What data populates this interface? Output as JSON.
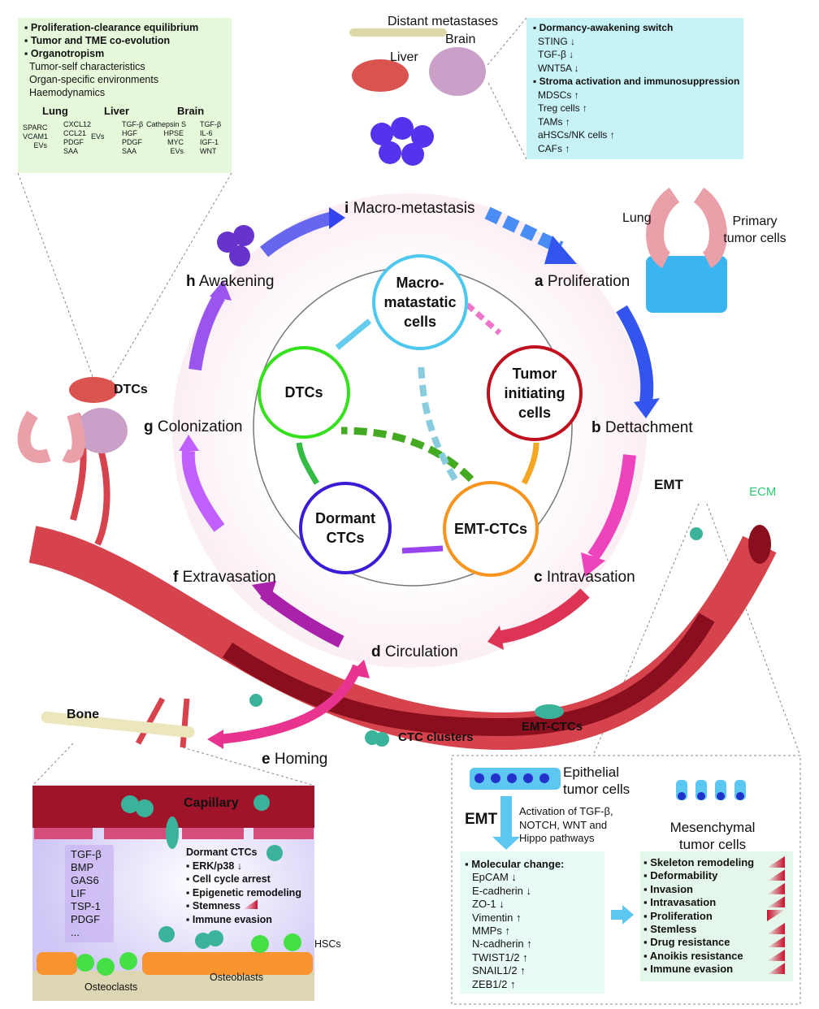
{
  "top_left_box": {
    "bullets": [
      "Proliferation-clearance equilibrium",
      "Tumor and TME co-evolution",
      "Organotropism"
    ],
    "sub": [
      "Tumor-self characteristics",
      "Organ-specific environments",
      "Haemodynamics"
    ],
    "organs": [
      {
        "name": "Lung",
        "left": [
          "SPARC",
          "VCAM1",
          "EVs"
        ],
        "right": [
          "CXCL12",
          "CCL21",
          "PDGF",
          "SAA"
        ]
      },
      {
        "name": "Liver",
        "left": [
          "EVs"
        ],
        "right": [
          "TGF-β",
          "HGF",
          "PDGF",
          "SAA"
        ]
      },
      {
        "name": "Brain",
        "left": [
          "Cathepsin S",
          "HPSE",
          "MYC",
          "EVs"
        ],
        "right": [
          "TGF-β",
          "IL-6",
          "IGF-1",
          "WNT"
        ]
      }
    ]
  },
  "top_right_box": {
    "h1": "Dormancy-awakening switch",
    "l1": [
      "STING ↓",
      "TGF-β ↓",
      "WNT5A ↓"
    ],
    "h2": "Stroma activation and immunosuppression",
    "l2": [
      "MDSCs ↑",
      "Treg cells ↑",
      "TAMs ↑",
      "aHSCs/NK cells ↑",
      "CAFs ↑"
    ]
  },
  "organ_labels": {
    "distant": "Distant metastases",
    "brain": "Brain",
    "liver": "Liver",
    "lung": "Lung",
    "primary": "Primary tumor cells",
    "dtcs": "DTCs",
    "emt": "EMT",
    "ecm": "ECM",
    "bone": "Bone",
    "ctc_clusters": "CTC clusters",
    "emt_ctcs": "EMT-CTCs"
  },
  "stages": [
    {
      "letter": "i",
      "label": "Macro-metastasis"
    },
    {
      "letter": "a",
      "label": "Proliferation"
    },
    {
      "letter": "b",
      "label": "Dettachment"
    },
    {
      "letter": "c",
      "label": "Intravasation"
    },
    {
      "letter": "d",
      "label": "Circulation"
    },
    {
      "letter": "e",
      "label": "Homing"
    },
    {
      "letter": "f",
      "label": "Extravasation"
    },
    {
      "letter": "g",
      "label": "Colonization"
    },
    {
      "letter": "h",
      "label": "Awakening"
    }
  ],
  "cell_states": {
    "macro": "Macro- matastatic cells",
    "tic": "Tumor initiating cells",
    "emt_ctcs": "EMT-CTCs",
    "dormant": "Dormant CTCs",
    "dtcs": "DTCs"
  },
  "colors": {
    "macro": "#4fc8f0",
    "tic": "#c0101e",
    "emt_ctcs": "#f7941d",
    "dormant": "#3b1bd6",
    "dtcs": "#35e01c",
    "vessel": "#d6434c"
  },
  "bone_box": {
    "capillary": "Capillary",
    "factors": [
      "TGF-β",
      "BMP",
      "GAS6",
      "LIF",
      "TSP-1",
      "PDGF",
      "..."
    ],
    "dormant_title": "Dormant CTCs",
    "dormant_list": [
      "ERK/p38 ↓",
      "Cell cycle arrest",
      "Epigenetic remodeling",
      "Stemness",
      "Immune evasion"
    ],
    "osteoclasts": "Osteoclasts",
    "osteoblasts": "Osteoblasts",
    "hscs": "HSCs"
  },
  "emt_box": {
    "epithelial": "Epithelial tumor cells",
    "emt": "EMT",
    "activation": "Activation of TGF-β, NOTCH, WNT and Hippo pathways",
    "mesenchymal": "Mesenchymal tumor cells",
    "molecular_title": "Molecular change:",
    "molecular": [
      "EpCAM ↓",
      "E-cadherin ↓",
      "ZO-1 ↓",
      "Vimentin ↑",
      "MMPs ↑",
      "N-cadherin ↑",
      "TWIST1/2 ↑",
      "SNAIL1/2 ↑",
      "ZEB1/2 ↑"
    ],
    "traits": [
      "Skeleton remodeling",
      "Deformability",
      "Invasion",
      "Intravasation",
      "Proliferation",
      "Stemless",
      "Drug resistance",
      "Anoikis resistance",
      "Immune evasion"
    ]
  }
}
